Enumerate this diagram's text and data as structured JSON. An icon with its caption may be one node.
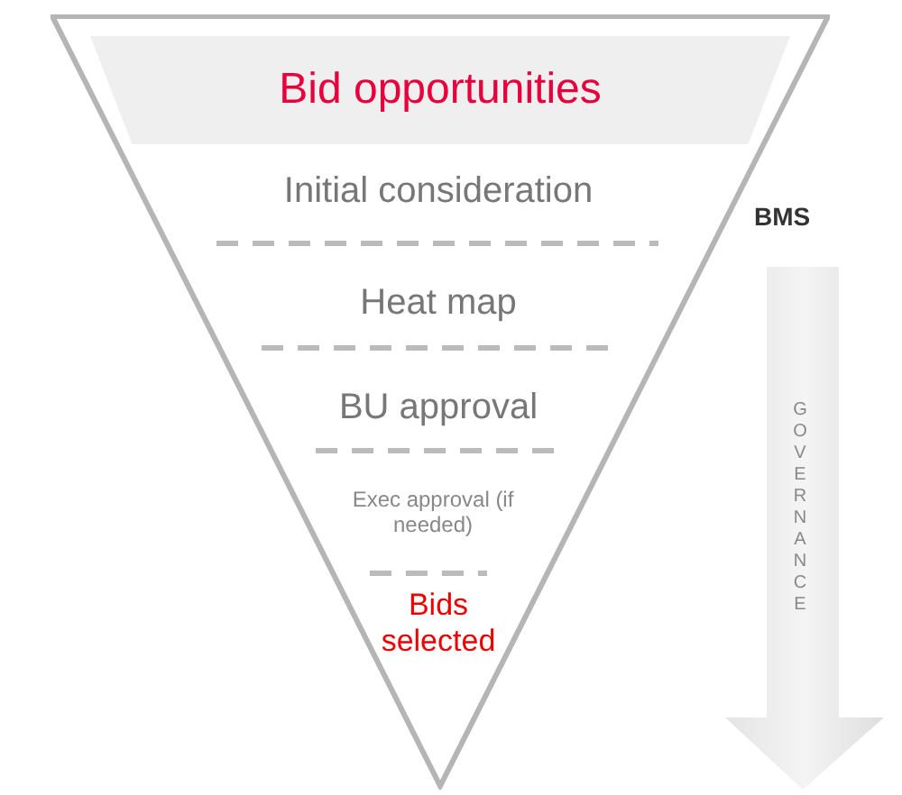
{
  "diagram": {
    "nodes": [
      {
        "text": [],
        "shape": "triangle"
      },
      {
        "text": [
          "Bid opportunities"
        ],
        "in": 0
      },
      {
        "text": [
          "BMS",
          "GOVERNANCE"
        ]
      }
    ],
    "edges": [],
    "labels": [
      "Initial consideration",
      "Heat map",
      "BU approval",
      "Exec approval (if needed)",
      "Bids selected"
    ]
  }
}
